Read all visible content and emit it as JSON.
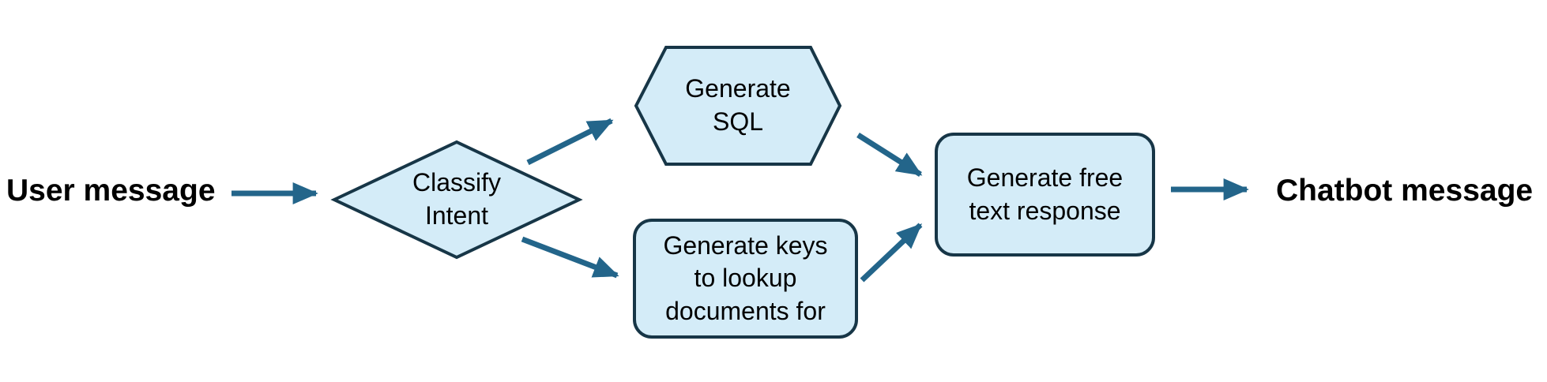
{
  "diagram": {
    "nodes": {
      "user_message": {
        "label": "User message",
        "shape": "text"
      },
      "classify_intent": {
        "label": "Classify\nIntent",
        "shape": "diamond"
      },
      "generate_sql": {
        "label": "Generate\nSQL",
        "shape": "hexagon"
      },
      "generate_keys": {
        "label": "Generate keys\nto lookup\ndocuments for",
        "shape": "rounded-rect"
      },
      "generate_free_text": {
        "label": "Generate free\ntext response",
        "shape": "rounded-rect"
      },
      "chatbot_message": {
        "label": "Chatbot message",
        "shape": "text"
      }
    },
    "edges": [
      {
        "from": "user_message",
        "to": "classify_intent"
      },
      {
        "from": "classify_intent",
        "to": "generate_sql"
      },
      {
        "from": "classify_intent",
        "to": "generate_keys"
      },
      {
        "from": "generate_sql",
        "to": "generate_free_text"
      },
      {
        "from": "generate_keys",
        "to": "generate_free_text"
      },
      {
        "from": "generate_free_text",
        "to": "chatbot_message"
      }
    ],
    "colors": {
      "node_fill": "#d4ecf8",
      "node_border": "#173647",
      "arrow": "#23658a",
      "text": "#000000",
      "background": "#ffffff"
    }
  }
}
